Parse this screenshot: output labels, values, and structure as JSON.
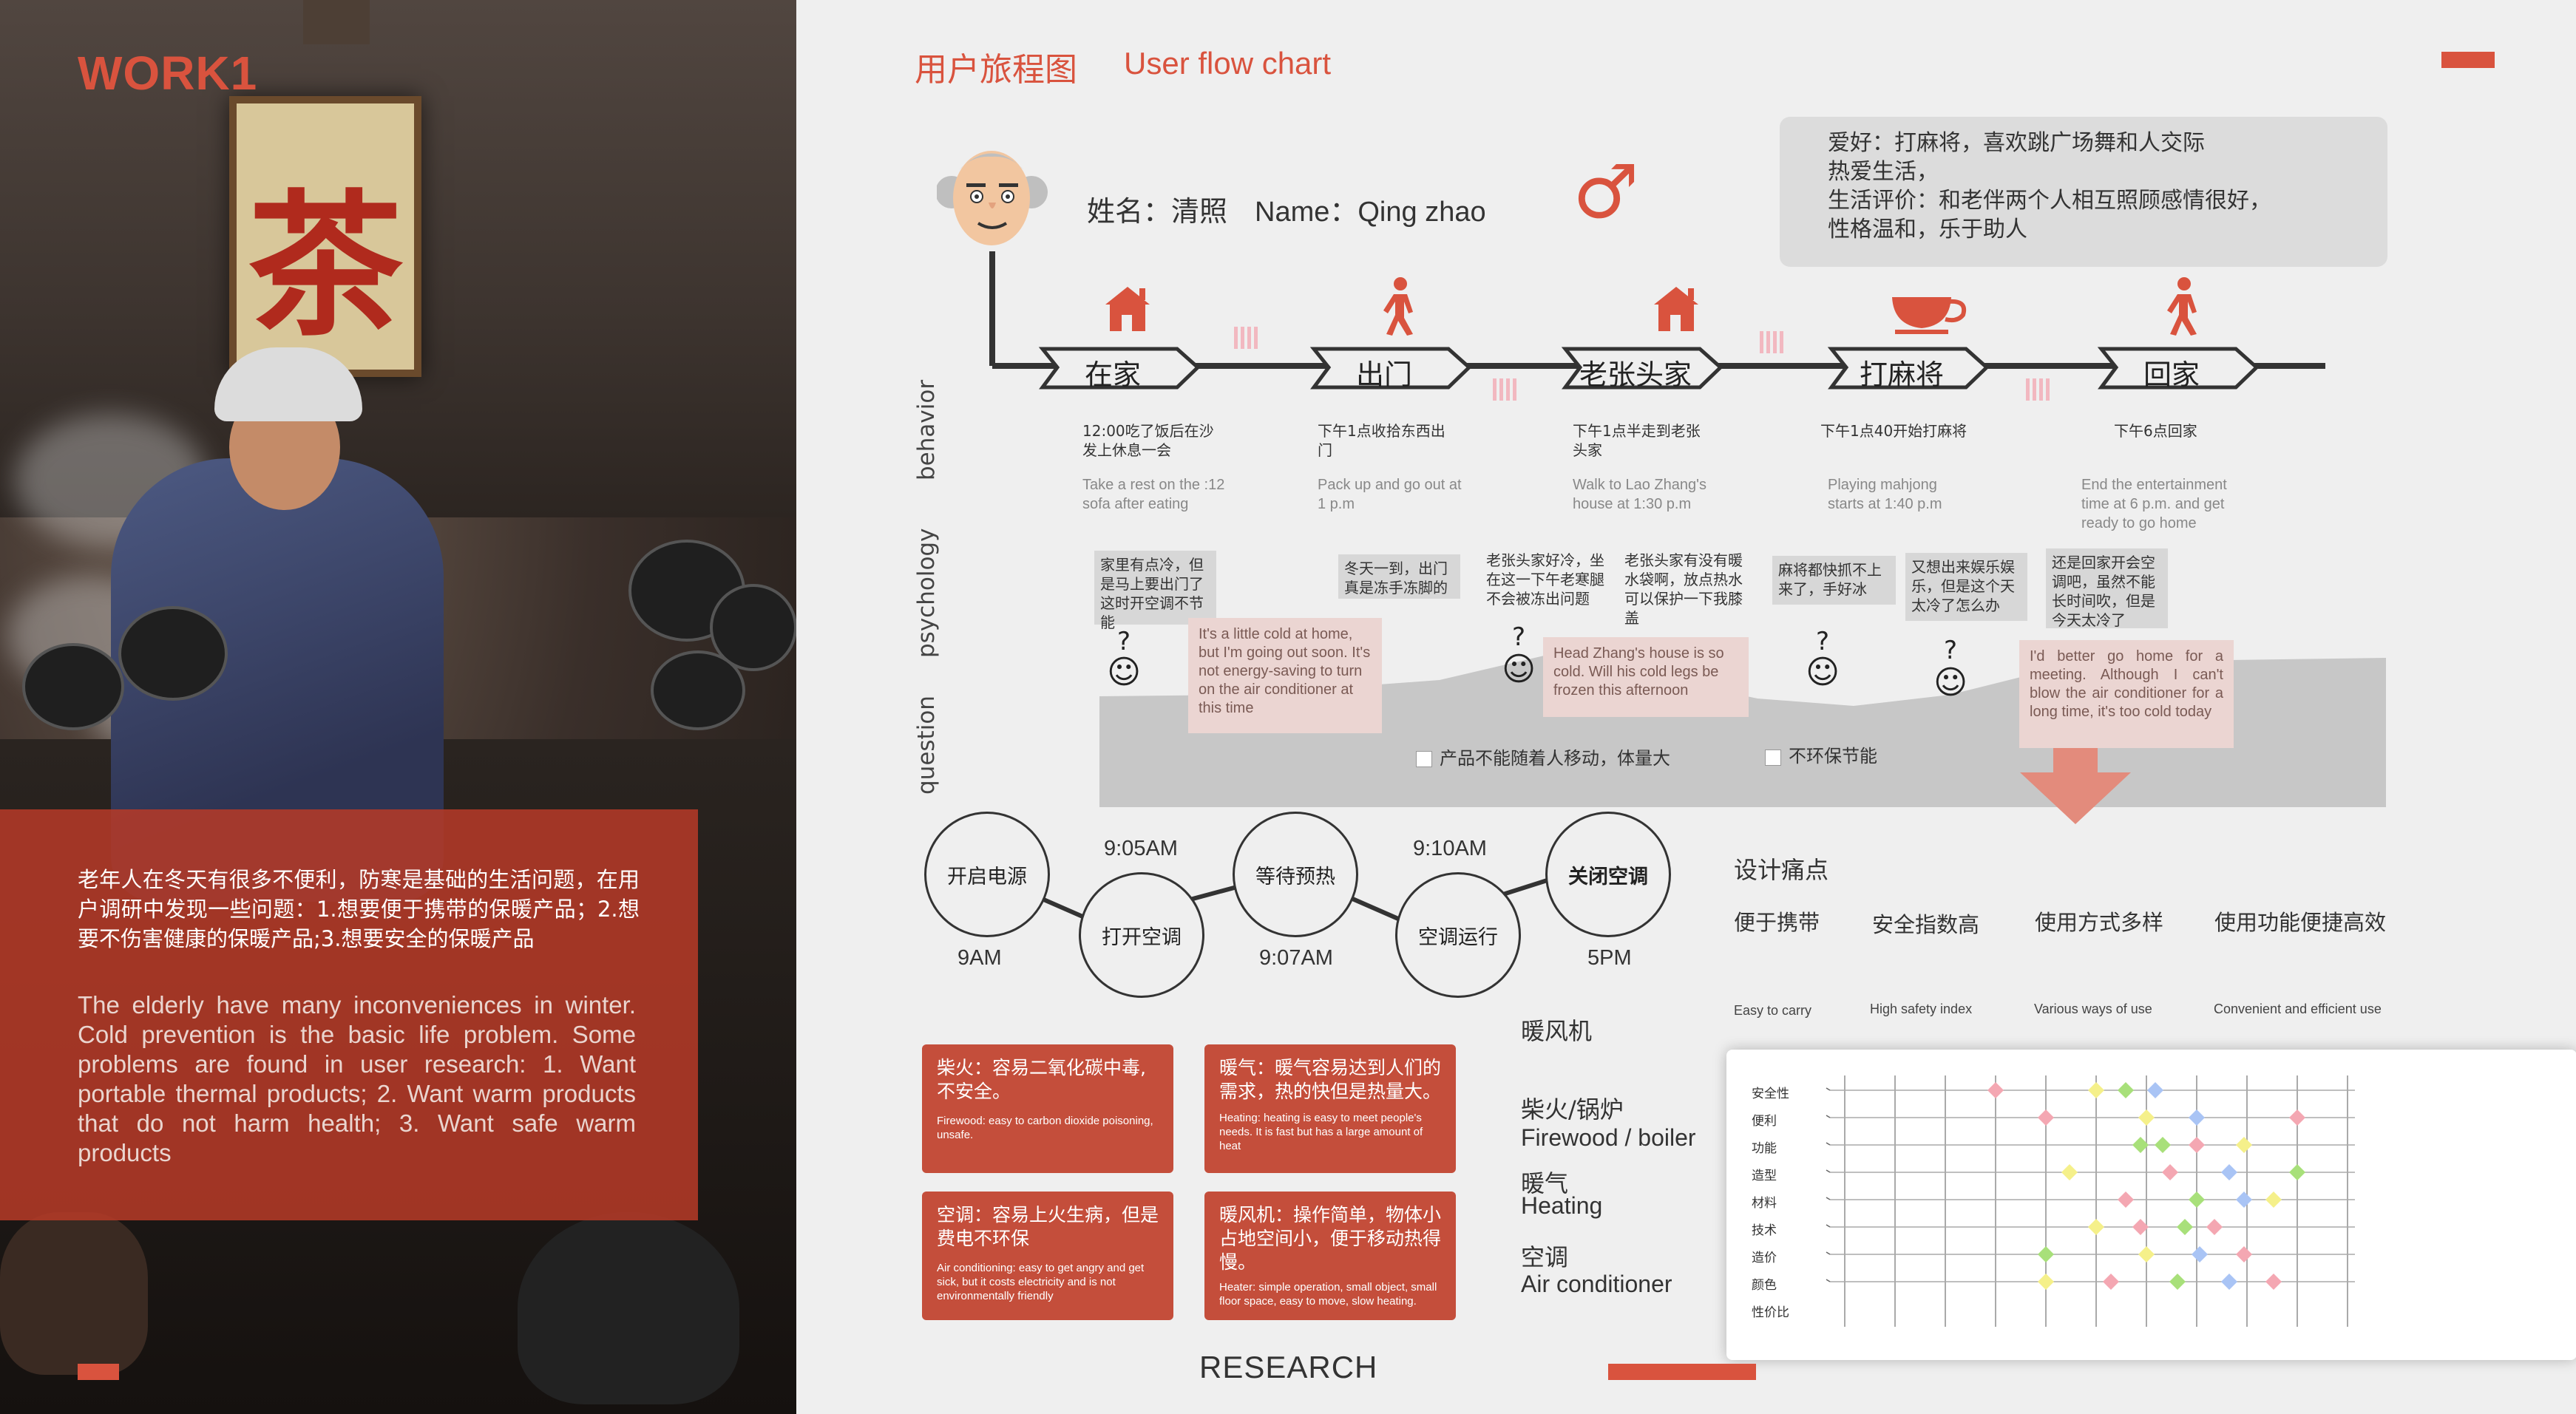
{
  "left": {
    "work_title": "WORK1",
    "sign_char": "茶",
    "intro_cn": "老年人在冬天有很多不便利，防寒是基础的生活问题，在用户调研中发现一些问题：1.想要便于携带的保暖产品；2.想要不伤害健康的保暖产品;3.想要安全的保暖产品",
    "intro_en": "The elderly have many inconveniences in winter. Cold prevention is the basic life problem. Some problems are found in user research: 1. Want portable thermal products; 2. Want warm products that do not harm health; 3. Want safe warm products"
  },
  "header": {
    "title_cn": "用户旅程图",
    "title_en": "User flow chart"
  },
  "persona": {
    "name_cn": "姓名：清照",
    "name_en": "Name：Qing zhao",
    "gender_symbol": "♂",
    "info": [
      "爱好：打麻将，喜欢跳广场舞和人交际",
      "热爱生活，",
      "生活评价：和老伴两个人相互照顾感情很好，",
      "性格温和，乐于助人"
    ]
  },
  "axes": {
    "behavior": "behavior",
    "psychology": "psychology",
    "question": "question"
  },
  "stages": [
    {
      "label": "在家",
      "icon": "house-icon",
      "desc_cn": "12:00吃了饭后在沙发上休息一会",
      "desc_en": "Take a rest on the :12 sofa after eating"
    },
    {
      "label": "出门",
      "icon": "walking-person-icon",
      "desc_cn": "下午1点收拾东西出门",
      "desc_en": "Pack up and go out at 1 p.m"
    },
    {
      "label": "老张头家",
      "icon": "house-icon",
      "desc_cn": "下午1点半走到老张头家",
      "desc_en": "Walk to Lao Zhang's house at 1:30 p.m"
    },
    {
      "label": "打麻将",
      "icon": "teacup-icon",
      "desc_cn": "下午1点40开始打麻将",
      "desc_en": "Playing mahjong starts at 1:40 p.m"
    },
    {
      "label": "回家",
      "icon": "walking-person-icon",
      "desc_cn": "下午6点回家",
      "desc_en": "End the entertainment time at 6 p.m. and get ready to go home"
    }
  ],
  "thoughts": {
    "t1": "家里有点冷，但是马上要出门了这时开空调不节能",
    "t1_en": "It's a little cold at home, but I'm going out soon. It's not energy-saving to turn on the air conditioner at this time",
    "t2": "冬天一到，出门真是冻手冻脚的",
    "t3": "老张头家好冷，坐在这一下午老寒腿不会被冻出问题",
    "t4": "老张头家有没有暖水袋啊，放点热水可以保护一下我膝盖",
    "t4_en": "Head Zhang's house is so cold. Will his cold legs be frozen this afternoon",
    "t5": "麻将都快抓不上来了，手好冰",
    "t6": "又想出来娱乐娱乐，但是这个天太冷了怎么办",
    "t7": "还是回家开会空调吧，虽然不能长时间吹，但是今天太冷了",
    "t7_en": "I'd better go home for a meeting. Although I can't blow the air conditioner for a long time, it's too cold today",
    "question": "?",
    "face": "☺"
  },
  "questions": {
    "q1": "产品不能随着人移动，体量大",
    "q2": "不环保节能"
  },
  "process": {
    "steps": [
      "开启电源",
      "打开空调",
      "等待预热",
      "空调运行",
      "关闭空调"
    ],
    "times": [
      "9AM",
      "9:05AM",
      "9:07AM",
      "9:10AM",
      "5PM"
    ]
  },
  "cards": [
    {
      "cn": "柴火：容易二氧化碳中毒,不安全。",
      "en": "Firewood: easy to carbon dioxide poisoning, unsafe."
    },
    {
      "cn": "暖气：暖气容易达到人们的需求，热的快但是热量大。",
      "en": "Heating: heating is easy to meet people's needs. It is fast but has a large amount of heat"
    },
    {
      "cn": "空调：容易上火生病，但是费电不环保",
      "en": "Air conditioning: easy to get angry and get sick, but it costs electricity and is not environmentally friendly"
    },
    {
      "cn": "暖风机：操作简单，物体小占地空间小，便于移动热得慢。",
      "en": "Heater: simple operation, small object, small floor space, easy to move, slow heating."
    }
  ],
  "heaters": [
    {
      "cn": "暖风机",
      "en": ""
    },
    {
      "cn": "柴火/锅炉",
      "en": "Firewood / boiler"
    },
    {
      "cn": "暖气",
      "en": "Heating"
    },
    {
      "cn": "空调",
      "en": "Air conditioner"
    }
  ],
  "pain": {
    "title": "设计痛点",
    "items": [
      {
        "cn": "便于携带",
        "en": "Easy to carry"
      },
      {
        "cn": "安全指数高",
        "en": "High safety index"
      },
      {
        "cn": "使用方式多样",
        "en": "Various ways of use"
      },
      {
        "cn": "使用功能便捷高效",
        "en": "Convenient and efficient use"
      }
    ]
  },
  "matrix": {
    "rows": [
      "安全性",
      "便利",
      "功能",
      "造型",
      "材料",
      "技术",
      "造价",
      "颜色",
      "性价比"
    ],
    "colors": {
      "pink": "#f4a7b2",
      "yellow": "#f5f08a",
      "green": "#a8e07a",
      "blue": "#a9c4f5"
    }
  },
  "footer": {
    "research": "RESEARCH"
  },
  "colors": {
    "accent": "#d9533e",
    "card": "#c44e3b"
  }
}
